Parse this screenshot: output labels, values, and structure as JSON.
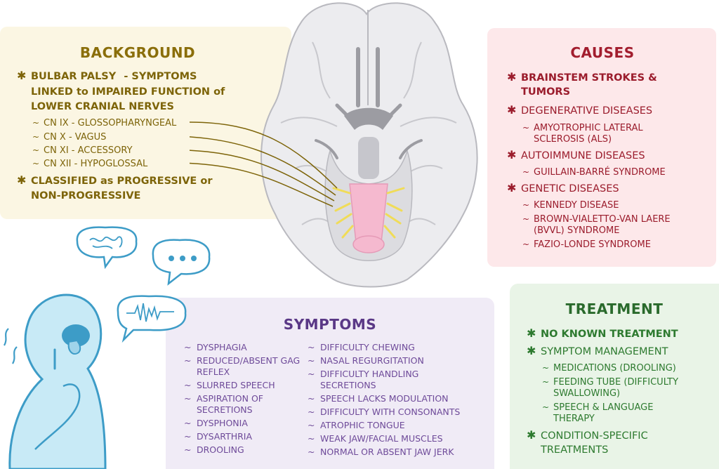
{
  "background": {
    "title": "BACKGROUND",
    "bulbar_palsy": "BULBAR PALSY",
    "bulbar_desc_1": "- SYMPTOMS",
    "bulbar_desc_2": "LINKED to IMPAIRED FUNCTION of",
    "bulbar_desc_3": "LOWER CRANIAL NERVES",
    "nerves": [
      "CN IX - GLOSSOPHARYNGEAL",
      "CN X - VAGUS",
      "CN XI - ACCESSORY",
      "CN XII - HYPOGLOSSAL"
    ],
    "classified_1": "CLASSIFIED as PROGRESSIVE or",
    "classified_2": "NON-PROGRESSIVE"
  },
  "causes": {
    "title": "CAUSES",
    "brainstem_1": "BRAINSTEM STROKES &",
    "brainstem_2": "TUMORS",
    "degenerative": "DEGENERATIVE DISEASES",
    "als_1": "AMYOTROPHIC LATERAL",
    "als_2": "SCLEROSIS (ALS)",
    "autoimmune": "AUTOIMMUNE DISEASES",
    "guillain": "GUILLAIN-BARRÉ SYNDROME",
    "genetic": "GENETIC DISEASES",
    "kennedy": "KENNEDY DISEASE",
    "bvvl_1": "BROWN-VIALETTO-VAN LAERE",
    "bvvl_2": "(BVVL) SYNDROME",
    "fazio": "FAZIO-LONDE SYNDROME"
  },
  "symptoms": {
    "title": "SYMPTOMS",
    "left": [
      "DYSPHAGIA",
      "REDUCED/ABSENT GAG REFLEX",
      "SLURRED SPEECH",
      "ASPIRATION of SECRETIONS",
      "DYSPHONIA",
      "DYSARTHRIA",
      "DROOLING"
    ],
    "right": [
      "DIFFICULTY CHEWING",
      "NASAL REGURGITATION",
      "DIFFICULTY HANDLING SECRETIONS",
      "SPEECH LACKS MODULATION",
      "DIFFICULTY with CONSONANTS",
      "ATROPHIC TONGUE",
      "WEAK JAW/FACIAL MUSCLES",
      "NORMAL or ABSENT JAW JERK"
    ]
  },
  "treatment": {
    "title": "TREATMENT",
    "no_known": "NO KNOWN TREATMENT",
    "symptom_mgmt": "SYMPTOM MANAGEMENT",
    "medications": "MEDICATIONS (DROOLING)",
    "feeding_1": "FEEDING TUBE (DIFFICULTY",
    "feeding_2": "SWALLOWING)",
    "speech_1": "SPEECH & LANGUAGE",
    "speech_2": "THERAPY",
    "condition_1": "CONDITION-SPECIFIC",
    "condition_2": "TREATMENTS"
  },
  "colors": {
    "background_accent": "#7d6409",
    "causes_accent": "#9b1c2c",
    "symptoms_accent": "#6e4a99",
    "treatment_accent": "#2d7a2f"
  },
  "icons": [
    "brain-illustration",
    "patient-figure",
    "speech-bubble-scribble",
    "speech-bubble-dots",
    "speech-bubble-waveform"
  ]
}
